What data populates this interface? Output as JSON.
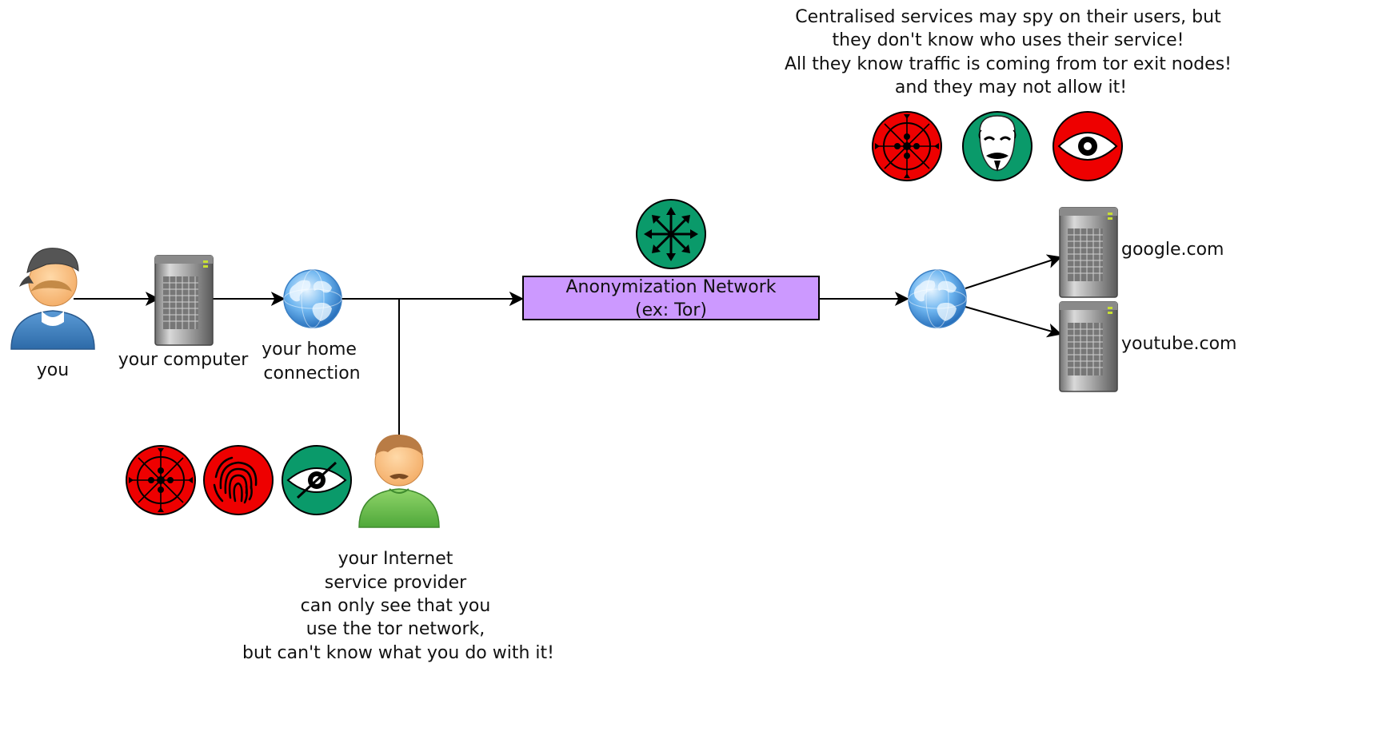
{
  "nodes": {
    "you": "you",
    "computer": "your computer",
    "home_connection": [
      "your home",
      "connection"
    ],
    "network": [
      "Anonymization Network",
      "(ex: Tor)"
    ],
    "google": "google.com",
    "youtube": "youtube.com"
  },
  "isp_note": [
    "your Internet",
    "service provider",
    "can only see that you",
    "use the tor network,",
    "but can't know what you do with it!"
  ],
  "services_note": [
    "Centralised services may spy on their users, but",
    "they don't know who uses their service!",
    "All they know traffic is coming from tor exit nodes!",
    "and they may not allow it!"
  ],
  "badges": {
    "isp": [
      "censorship-icon",
      "fingerprint-icon",
      "no-surveillance-icon"
    ],
    "services": [
      "censorship-icon",
      "anonymous-mask-icon",
      "surveillance-eye-icon"
    ],
    "network": "decentralized-network-icon"
  },
  "colors": {
    "red": "#ee0000",
    "green": "#0a9a6a",
    "network_box": "#cc99ff",
    "arrow": "#000000"
  }
}
